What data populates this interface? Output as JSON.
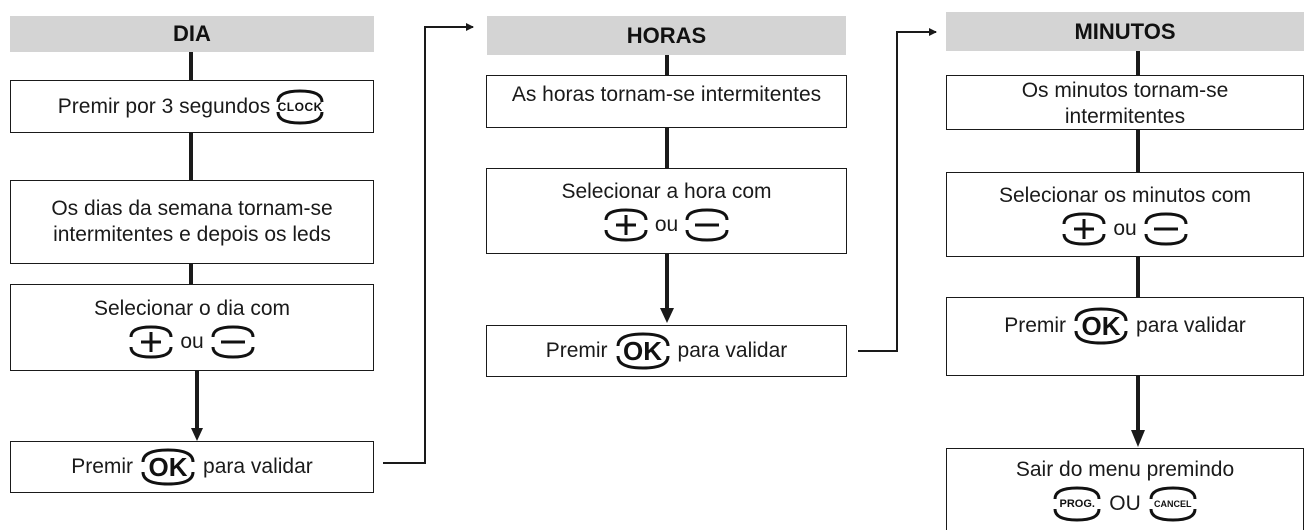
{
  "columns": [
    {
      "header": "DIA",
      "steps": [
        {
          "pre": "Premir por 3 segundos",
          "key": "CLOCK"
        },
        {
          "line1": "Os dias da semana tornam-se",
          "line2": "intermitentes e depois os leds"
        },
        {
          "line1": "Selecionar o dia com",
          "or": "ou"
        },
        {
          "pre": "Premir",
          "key": "OK",
          "post": "para validar"
        }
      ]
    },
    {
      "header": "HORAS",
      "steps": [
        {
          "line1": "As horas tornam-se intermitentes"
        },
        {
          "line1": "Selecionar a hora com",
          "or": "ou"
        },
        {
          "pre": "Premir",
          "key": "OK",
          "post": "para validar"
        }
      ]
    },
    {
      "header": "MINUTOS",
      "steps": [
        {
          "line1": "Os minutos tornam-se",
          "line2": "intermitentes"
        },
        {
          "line1": "Selecionar os minutos com",
          "or": "ou"
        },
        {
          "pre": "Premir",
          "key": "OK",
          "post": "para validar"
        },
        {
          "line1": "Sair do menu premindo",
          "key1": "PROG.",
          "or": "OU",
          "key2": "CANCEL"
        }
      ]
    }
  ],
  "icons": {
    "plus": "plus-key-icon",
    "minus": "minus-key-icon",
    "arrow": "arrow-head-icon"
  }
}
